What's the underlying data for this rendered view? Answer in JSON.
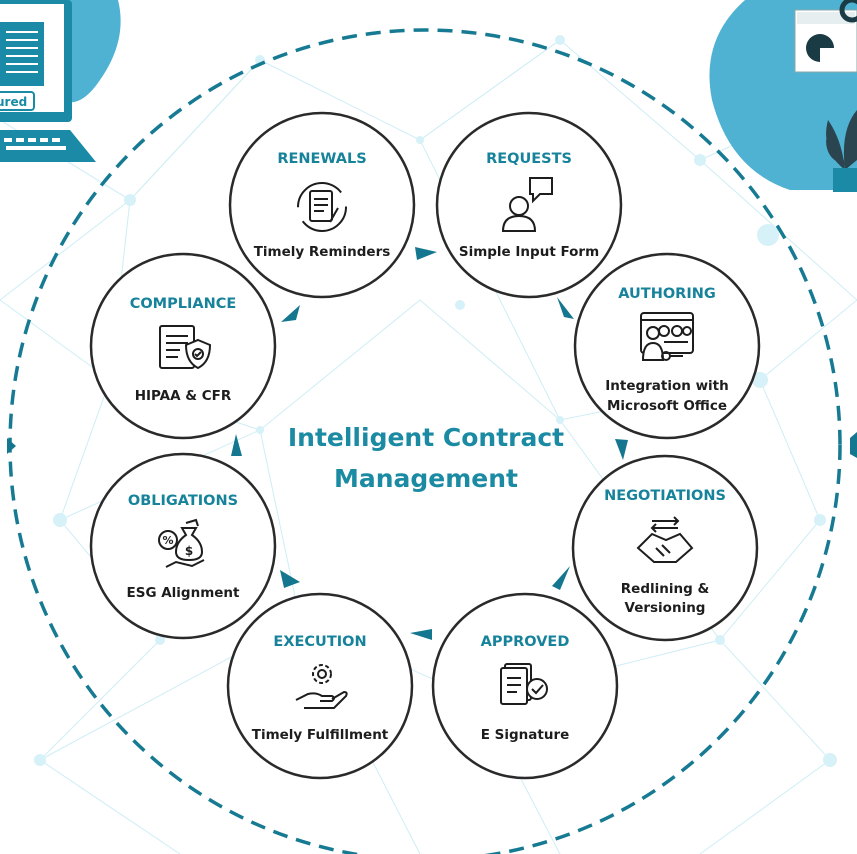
{
  "colors": {
    "accent": "#1b8aa3",
    "dashed_ring": "#167a92",
    "node_border": "#2a2a2a",
    "arrow": "#15778f",
    "decor_blob": "#4fb2d3",
    "text_dark": "#1d1d1d"
  },
  "center": {
    "line1": "Intelligent Contract",
    "line2": "Management"
  },
  "corner_badge": {
    "text": "ured"
  },
  "nodes": [
    {
      "id": "renewals",
      "title": "RENEWALS",
      "sub1": "Timely Reminders",
      "sub2": "",
      "icon": "document-refresh-icon"
    },
    {
      "id": "requests",
      "title": "REQUESTS",
      "sub1": "Simple Input Form",
      "sub2": "",
      "icon": "user-chat-icon"
    },
    {
      "id": "authoring",
      "title": "AUTHORING",
      "sub1": "Integration with",
      "sub2": "Microsoft Office",
      "icon": "user-screen-key-icon"
    },
    {
      "id": "negotiations",
      "title": "NEGOTIATIONS",
      "sub1": "Redlining &",
      "sub2": "Versioning",
      "icon": "handshake-icon"
    },
    {
      "id": "approved",
      "title": "APPROVED",
      "sub1": "E Signature",
      "sub2": "",
      "icon": "document-check-icon"
    },
    {
      "id": "execution",
      "title": "EXECUTION",
      "sub1": "Timely Fulfillment",
      "sub2": "",
      "icon": "gear-hand-icon"
    },
    {
      "id": "obligations",
      "title": "OBLIGATIONS",
      "sub1": "ESG Alignment",
      "sub2": "",
      "icon": "money-hand-icon"
    },
    {
      "id": "compliance",
      "title": "COMPLIANCE",
      "sub1": "HIPAA & CFR",
      "sub2": "",
      "icon": "document-shield-icon"
    }
  ]
}
